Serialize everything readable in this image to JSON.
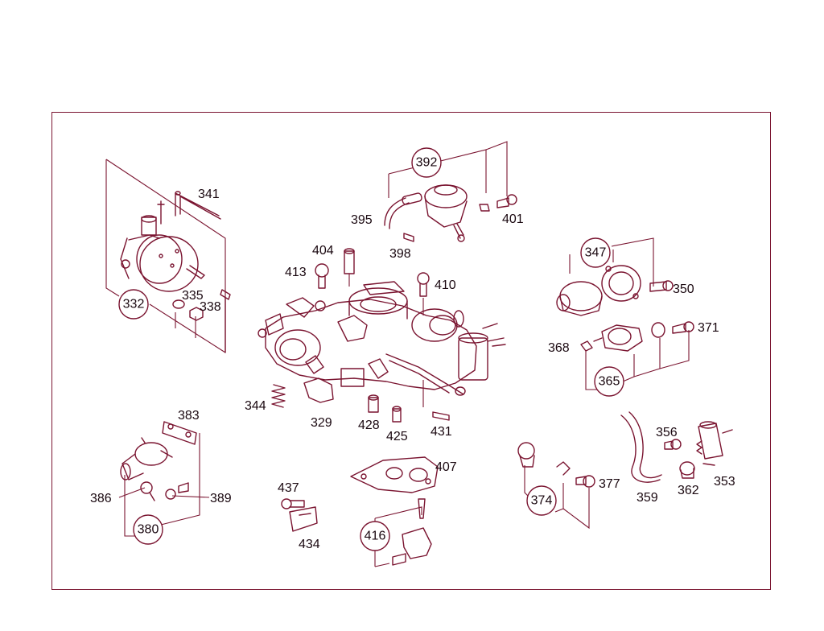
{
  "colors": {
    "line": "#7a1430",
    "text": "#1a0810",
    "background": "#ffffff"
  },
  "callouts": {
    "c332": "332",
    "c335": "335",
    "c338": "338",
    "c341": "341",
    "c344": "344",
    "c329": "329",
    "c428": "428",
    "c425": "425",
    "c431": "431",
    "c404": "404",
    "c413": "413",
    "c410": "410",
    "c392": "392",
    "c395": "395",
    "c398": "398",
    "c401": "401",
    "c347": "347",
    "c350": "350",
    "c368": "368",
    "c365": "365",
    "c371": "371",
    "c383": "383",
    "c386": "386",
    "c380": "380",
    "c389": "389",
    "c437": "437",
    "c434": "434",
    "c407": "407",
    "c416": "416",
    "c374": "374",
    "c377": "377",
    "c356": "356",
    "c359": "359",
    "c362": "362",
    "c353": "353"
  }
}
